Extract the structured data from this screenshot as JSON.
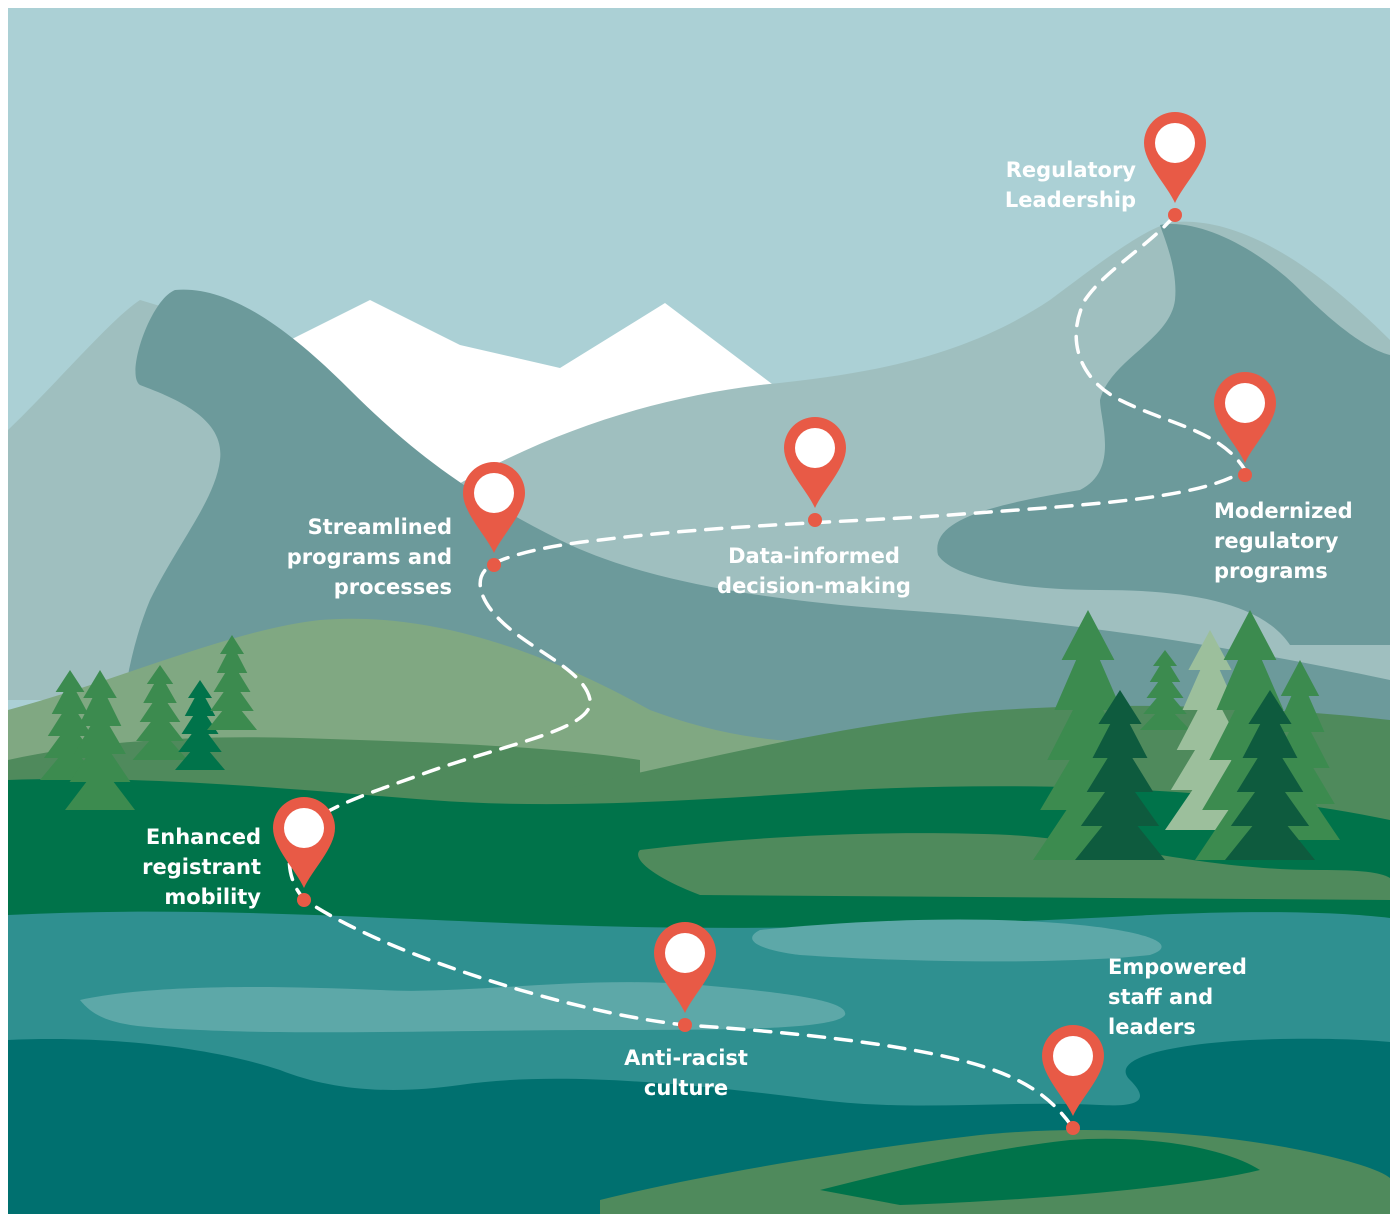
{
  "colors": {
    "sky": "#abd0d5",
    "snow": "#ffffff",
    "mountain_light": "#9fbfbf",
    "mountain_dark": "#6c9a9b",
    "hill_light": "#80a882",
    "hill_mid": "#4f8a5c",
    "grass": "#00734a",
    "lake": "#2f9090",
    "lake_light": "#5da8a8",
    "deep_water": "#00706f",
    "tree_dark": "#0e5b3e",
    "tree_mid": "#3c8b4f",
    "tree_light": "#9cbf9c",
    "pin": "#e85a46",
    "path": "#ffffff"
  },
  "milestones": [
    {
      "id": "regulatory-leadership",
      "lines": [
        "Regulatory",
        "Leadership"
      ]
    },
    {
      "id": "modernized-regulatory-programs",
      "lines": [
        "Modernized",
        "regulatory",
        "programs"
      ]
    },
    {
      "id": "data-informed-decision-making",
      "lines": [
        "Data-informed",
        "decision-making"
      ]
    },
    {
      "id": "streamlined-programs-and-processes",
      "lines": [
        "Streamlined",
        "programs and",
        "processes"
      ]
    },
    {
      "id": "enhanced-registrant-mobility",
      "lines": [
        "Enhanced",
        "registrant",
        "mobility"
      ]
    },
    {
      "id": "anti-racist-culture",
      "lines": [
        "Anti-racist",
        "culture"
      ]
    },
    {
      "id": "empowered-staff-and-leaders",
      "lines": [
        "Empowered",
        "staff and",
        "leaders"
      ]
    }
  ]
}
